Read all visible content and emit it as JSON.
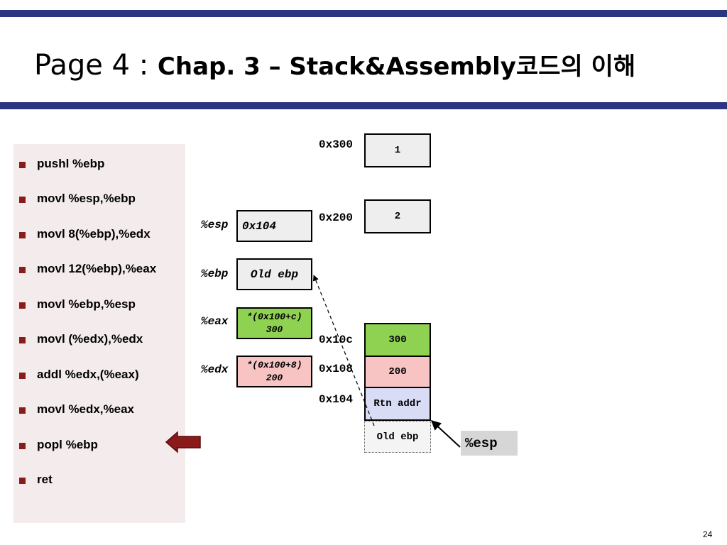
{
  "title": {
    "prefix": "Page 4 : ",
    "main": "Chap. 3 – Stack&Assembly코드의 이해"
  },
  "colors": {
    "bar": "#2b3580",
    "bullet": "#8b1a1a",
    "green": "#8fd150",
    "pink": "#f7c3c3",
    "lavender": "#d8dcf4",
    "arrow": "#8b1a1a"
  },
  "code": [
    "pushl %ebp",
    "movl %esp,%ebp",
    "movl 8(%ebp),%edx",
    "movl 12(%ebp),%eax",
    "movl %ebp,%esp",
    "movl (%edx),%edx",
    "addl %edx,(%eax)",
    "movl %edx,%eax",
    "popl %ebp",
    "ret"
  ],
  "current_instruction": "popl %ebp",
  "registers": {
    "esp": {
      "label": "%esp",
      "value": "0x104"
    },
    "ebp": {
      "label": "%ebp",
      "value": "Old ebp"
    },
    "eax": {
      "label": "%eax",
      "value_line1": "*(0x100+c)",
      "value_line2": "300"
    },
    "edx": {
      "label": "%edx",
      "value_line1": "*(0x100+8)",
      "value_line2": "200"
    }
  },
  "memory": {
    "a300": {
      "addr": "0x300",
      "value": "1"
    },
    "a200": {
      "addr": "0x200",
      "value": "2"
    },
    "a10c": {
      "addr": "0x10c",
      "value": "300"
    },
    "a108": {
      "addr": "0x108",
      "value": "200"
    },
    "a104": {
      "addr": "0x104",
      "value": "Rtn addr"
    },
    "a100": {
      "value": "Old ebp"
    }
  },
  "esp_pointer_label": "%esp",
  "page_number": "24"
}
